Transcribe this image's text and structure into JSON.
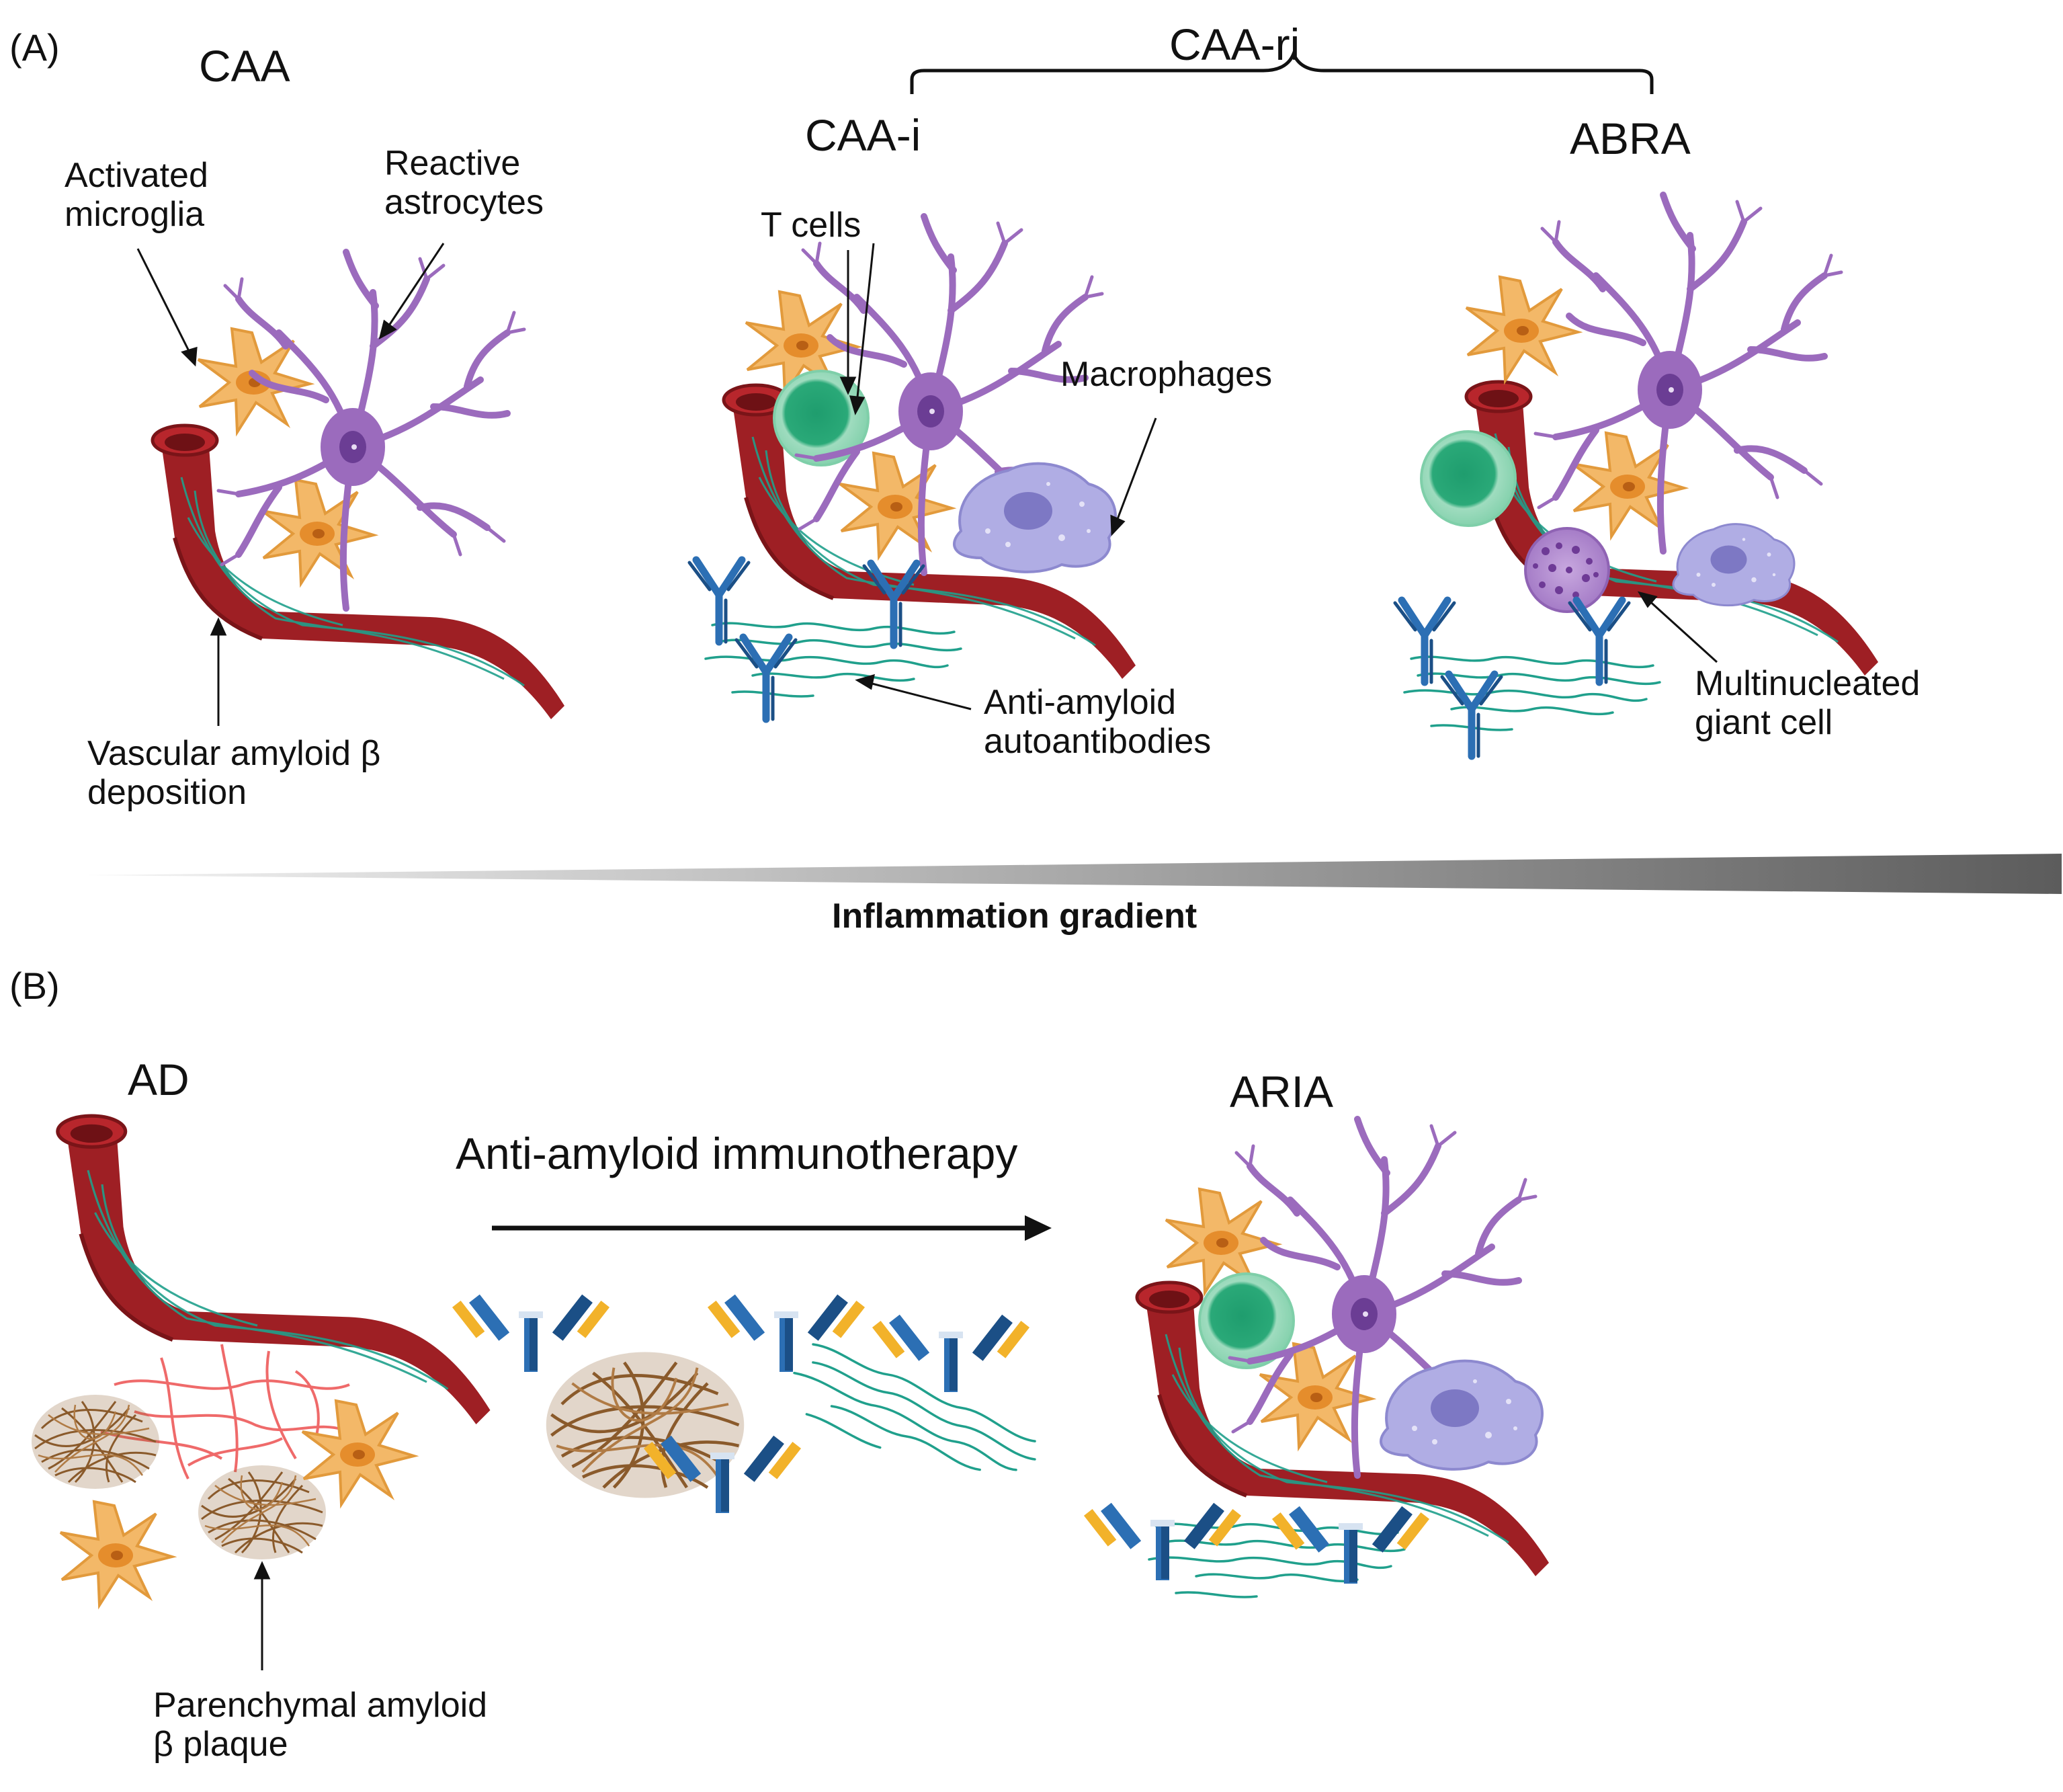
{
  "panel_a": {
    "letter": "(A)",
    "caa": {
      "title": "CAA",
      "activated_microglia": "Activated\nmicroglia",
      "reactive_astrocytes": "Reactive\nastrocytes",
      "vascular_deposition": "Vascular amyloid β\ndeposition"
    },
    "caa_ri": "CAA-ri",
    "caa_i": {
      "title": "CAA-i",
      "t_cells": "T cells",
      "macrophages": "Macrophages",
      "autoantibodies": "Anti-amyloid\nautoantibodies"
    },
    "abra": {
      "title": "ABRA",
      "giant_cell": "Multinucleated\ngiant cell"
    },
    "gradient_label": "Inflammation gradient"
  },
  "panel_b": {
    "letter": "(B)",
    "ad": {
      "title": "AD",
      "plaque": "Parenchymal amyloid\nβ plaque"
    },
    "therapy": "Anti-amyloid immunotherapy",
    "aria": {
      "title": "ARIA"
    }
  },
  "colors": {
    "vessel": "#9e1f24",
    "vessel_dark": "#7a1418",
    "astrocyte": "#f0b25a",
    "neuron": "#9b6bbd",
    "tcell": "#3bb37f",
    "macrophage": "#a9a6df",
    "antibody": "#2c6fb4",
    "antibody_arm": "#f2b22a",
    "amyloid": "#20a08c",
    "plaque": "#8a5a2b",
    "fibril_red": "#ef6a6a",
    "gradient": "#6f6f6f"
  }
}
